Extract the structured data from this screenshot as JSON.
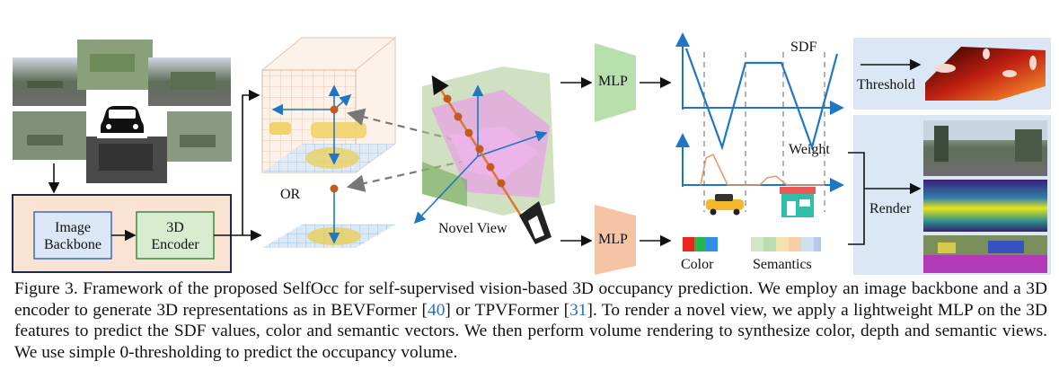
{
  "figure": {
    "encoder": {
      "image_backbone_label": "Image Backbone",
      "encoder_3d_label": "3D Encoder"
    },
    "or_label": "OR",
    "novel_view_label": "Novel View",
    "mlp_label": "MLP",
    "plots": {
      "sdf_label": "SDF",
      "weight_label": "Weight"
    },
    "color_label": "Color",
    "semantics_label": "Semantics",
    "threshold_label": "Threshold",
    "render_label": "Render",
    "colors": {
      "encoder_panel_bg": "#fbe3d4",
      "blue_box_bg": "#dbe7f7",
      "green_box_bg": "#d8ecd0",
      "mlp_green": "#b7dfae",
      "mlp_orange": "#f4c4a5",
      "line_blue": "#1f77c4",
      "weight_orange": "#e8956a",
      "output_panel_bg": "#dbe7f5",
      "ray_orange": "#e0762e"
    }
  },
  "caption": {
    "prefix": "Figure 3. Framework of the proposed SelfOcc for self-supervised vision-based 3D occupancy prediction. We employ an image backbone and a 3D encoder to generate 3D representations as in BEVFormer [",
    "ref1": "40",
    "middle": "] or TPVFormer [",
    "ref2": "31",
    "suffix": "]. To render a novel view, we apply a lightweight MLP on the 3D features to predict the SDF values, color and semantic vectors. We then perform volume rendering to synthesize color, depth and semantic views. We use simple 0-thresholding to predict the occupancy volume."
  }
}
